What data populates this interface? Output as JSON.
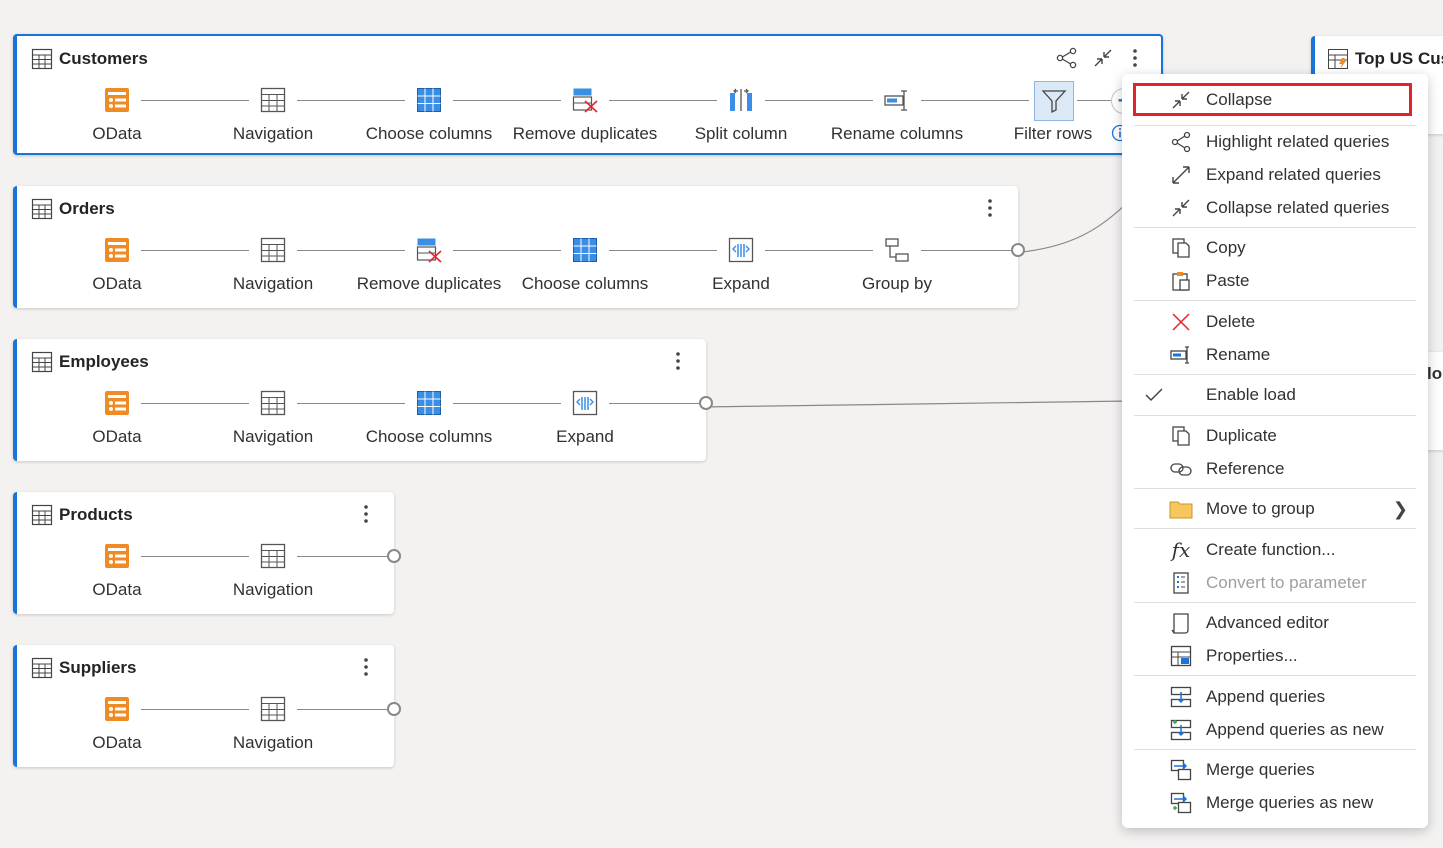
{
  "cards": [
    {
      "id": "customers",
      "title": "Customers",
      "steps": [
        "OData",
        "Navigation",
        "Choose columns",
        "Remove duplicates",
        "Split column",
        "Rename columns",
        "Filter rows"
      ]
    },
    {
      "id": "orders",
      "title": "Orders",
      "steps": [
        "OData",
        "Navigation",
        "Remove duplicates",
        "Choose columns",
        "Expand",
        "Group by"
      ]
    },
    {
      "id": "employees",
      "title": "Employees",
      "steps": [
        "OData",
        "Navigation",
        "Choose columns",
        "Expand"
      ]
    },
    {
      "id": "products",
      "title": "Products",
      "steps": [
        "OData",
        "Navigation"
      ]
    },
    {
      "id": "suppliers",
      "title": "Suppliers",
      "steps": [
        "OData",
        "Navigation"
      ]
    }
  ],
  "partial_card": {
    "title": "Top US Cus",
    "partial_text": "lo"
  },
  "menu": {
    "collapse": "Collapse",
    "highlight_related": "Highlight related queries",
    "expand_related": "Expand related queries",
    "collapse_related": "Collapse related queries",
    "copy": "Copy",
    "paste": "Paste",
    "delete": "Delete",
    "rename": "Rename",
    "enable_load": "Enable load",
    "duplicate": "Duplicate",
    "reference": "Reference",
    "move_to_group": "Move to group",
    "create_function": "Create function...",
    "convert_to_parameter": "Convert to parameter",
    "advanced_editor": "Advanced editor",
    "properties": "Properties...",
    "append_queries": "Append queries",
    "append_queries_new": "Append queries as new",
    "merge_queries": "Merge queries",
    "merge_queries_new": "Merge queries as new"
  },
  "colors": {
    "accent": "#1a73d8",
    "odata": "#f08a24",
    "highlight_border": "#e3232c"
  }
}
